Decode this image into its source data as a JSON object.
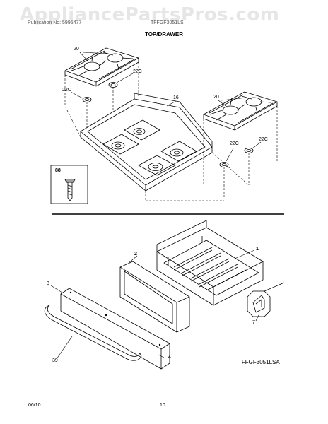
{
  "watermark": "AppliancePartsPros.com",
  "header": {
    "publication": "Publication No: 5995477",
    "model_ref": "TFFGF3051LS",
    "title": "TOP/DRAWER"
  },
  "callouts": {
    "grate_left": "20",
    "grommet_22c_a": "22C",
    "grommet_22c_b": "22C",
    "cooktop": "16",
    "grate_right": "20",
    "grommet_22c_c": "22C",
    "grommet_22c_d": "22C",
    "screw_box": "88",
    "drawer_liner": "1",
    "drawer_panel": "2",
    "drawer_front": "3",
    "drawer_trim": "4",
    "drawer_handle": "39",
    "glide": "7"
  },
  "model_number": "TFFGF3051LSA",
  "footer": {
    "date": "06/10",
    "page": "10"
  }
}
